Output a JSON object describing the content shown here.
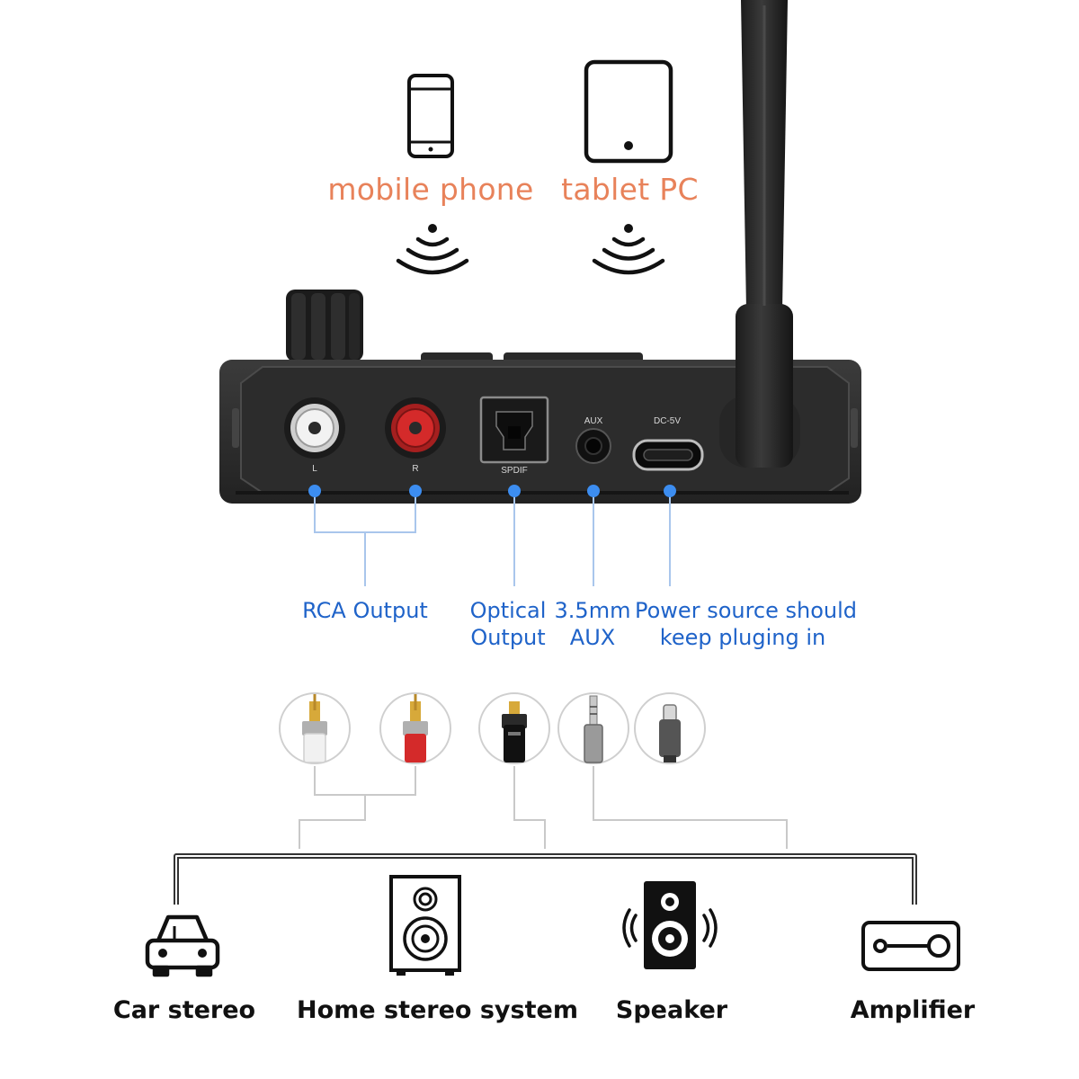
{
  "sources": [
    {
      "label": "mobile phone",
      "icon": "smartphone-icon"
    },
    {
      "label": "tablet PC",
      "icon": "tablet-icon"
    }
  ],
  "device": {
    "port_marks": {
      "left_channel": "L",
      "right_channel": "R",
      "optical": "SPDIF",
      "aux": "AUX",
      "power": "DC-5V"
    }
  },
  "ports": {
    "rca": {
      "line1": "RCA Output"
    },
    "optical": {
      "line1": "Optical",
      "line2": "Output"
    },
    "aux": {
      "line1": "3.5mm",
      "line2": "AUX"
    },
    "power": {
      "line1": "Power source should",
      "line2": "keep pluging in"
    }
  },
  "destinations": [
    {
      "label": "Car stereo",
      "icon": "car-icon"
    },
    {
      "label": "Home stereo system",
      "icon": "home-stereo-icon"
    },
    {
      "label": "Speaker",
      "icon": "speaker-icon"
    },
    {
      "label": "Amplifier",
      "icon": "amplifier-icon"
    }
  ],
  "colors": {
    "source_label": "#e8825a",
    "port_label": "#1f63c9",
    "indicator_dot": "#3c8df0",
    "rca_right": "#d42a2a",
    "rca_left": "#e6e6e6"
  }
}
